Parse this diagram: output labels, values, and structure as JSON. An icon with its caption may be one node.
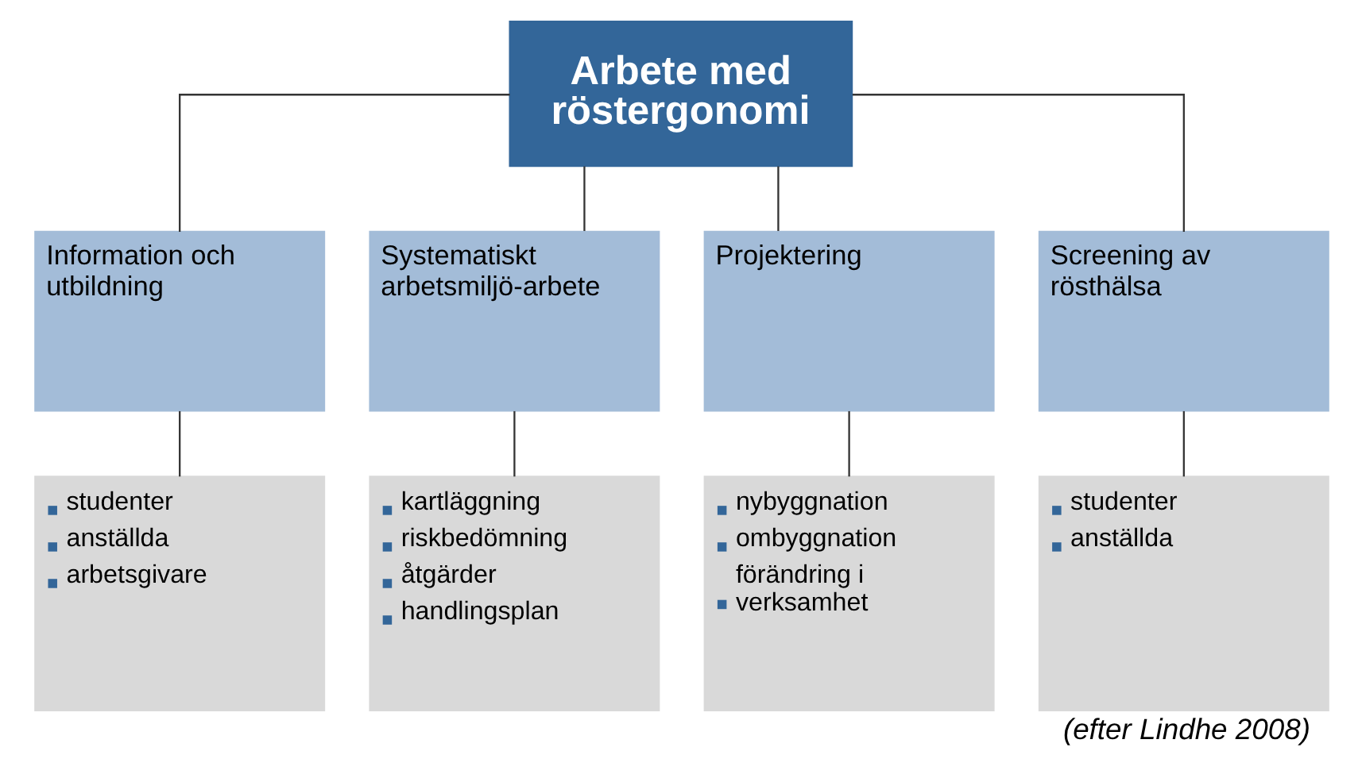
{
  "diagram": {
    "caption": "(efter Lindhe 2008)",
    "nodes": [
      {
        "text": [
          "Arbete med röstergonomi"
        ]
      },
      {
        "text": [
          "Information och utbildning"
        ]
      },
      {
        "text": [
          "Systematiskt arbetsmiljö-arbete"
        ]
      },
      {
        "text": [
          "Projektering"
        ]
      },
      {
        "text": [
          "Screening av rösthälsa"
        ]
      },
      {
        "text": [
          "studenter",
          "anställda",
          "arbetsgivare"
        ]
      },
      {
        "text": [
          "kartläggning",
          "riskbedömning",
          "åtgärder",
          "handlingsplan"
        ]
      },
      {
        "text": [
          "nybyggnation",
          "ombyggnation",
          "förändring i verksamhet"
        ]
      },
      {
        "text": [
          "studenter",
          "anställda"
        ]
      }
    ],
    "edges": [
      {
        "from": 0,
        "to": 1,
        "arrow": "none"
      },
      {
        "from": 0,
        "to": 2,
        "arrow": "none"
      },
      {
        "from": 0,
        "to": 3,
        "arrow": "none"
      },
      {
        "from": 0,
        "to": 4,
        "arrow": "none"
      },
      {
        "from": 1,
        "to": 5,
        "arrow": "none"
      },
      {
        "from": 2,
        "to": 6,
        "arrow": "none"
      },
      {
        "from": 3,
        "to": 7,
        "arrow": "none"
      },
      {
        "from": 4,
        "to": 8,
        "arrow": "none"
      }
    ]
  }
}
